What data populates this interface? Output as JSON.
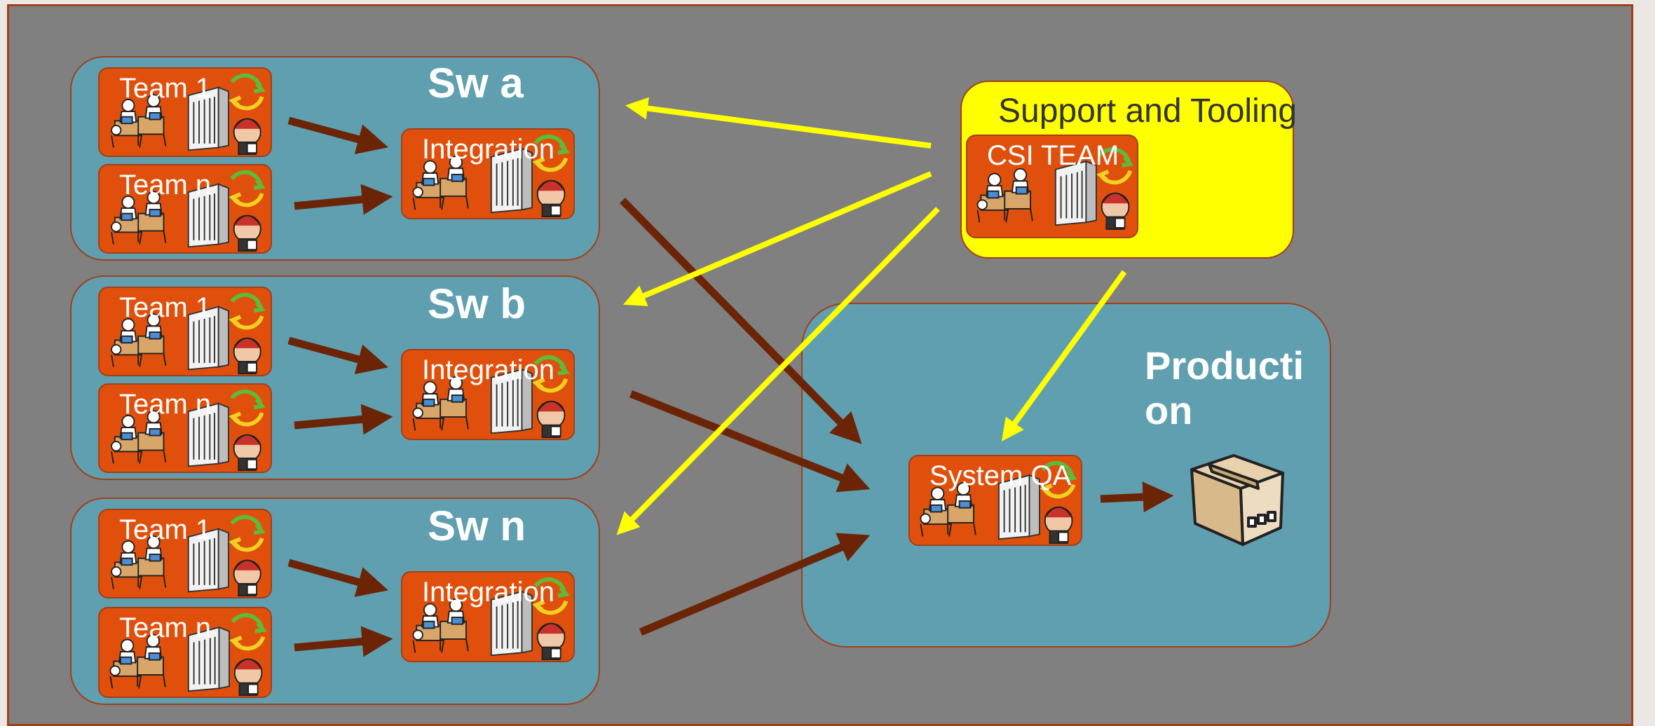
{
  "groups": {
    "sw_a": {
      "title": "Sw a",
      "team1": "Team 1",
      "teamn": "Team n",
      "integration": "Integration"
    },
    "sw_b": {
      "title": "Sw b",
      "team1": "Team 1",
      "teamn": "Team n",
      "integration": "Integration"
    },
    "sw_n": {
      "title": "Sw n",
      "team1": "Team 1",
      "teamn": "Team n",
      "integration": "Integration"
    }
  },
  "support": {
    "title": "Support and Tooling",
    "csi_team": "CSI TEAM"
  },
  "production": {
    "title_line1": "Producti",
    "title_line2": "on",
    "system_qa": "System QA"
  },
  "colors": {
    "background": "#808080",
    "group_fill": "#5f9fb0",
    "team_fill": "#e0500c",
    "support_fill": "#ffff00",
    "flow_arrow": "#6b2406",
    "support_arrow": "#ffff00"
  },
  "icons": [
    "team-people-icon",
    "server-rack-icon",
    "jenkins-butler-icon",
    "cycle-arrows-icon",
    "package-box-icon"
  ]
}
